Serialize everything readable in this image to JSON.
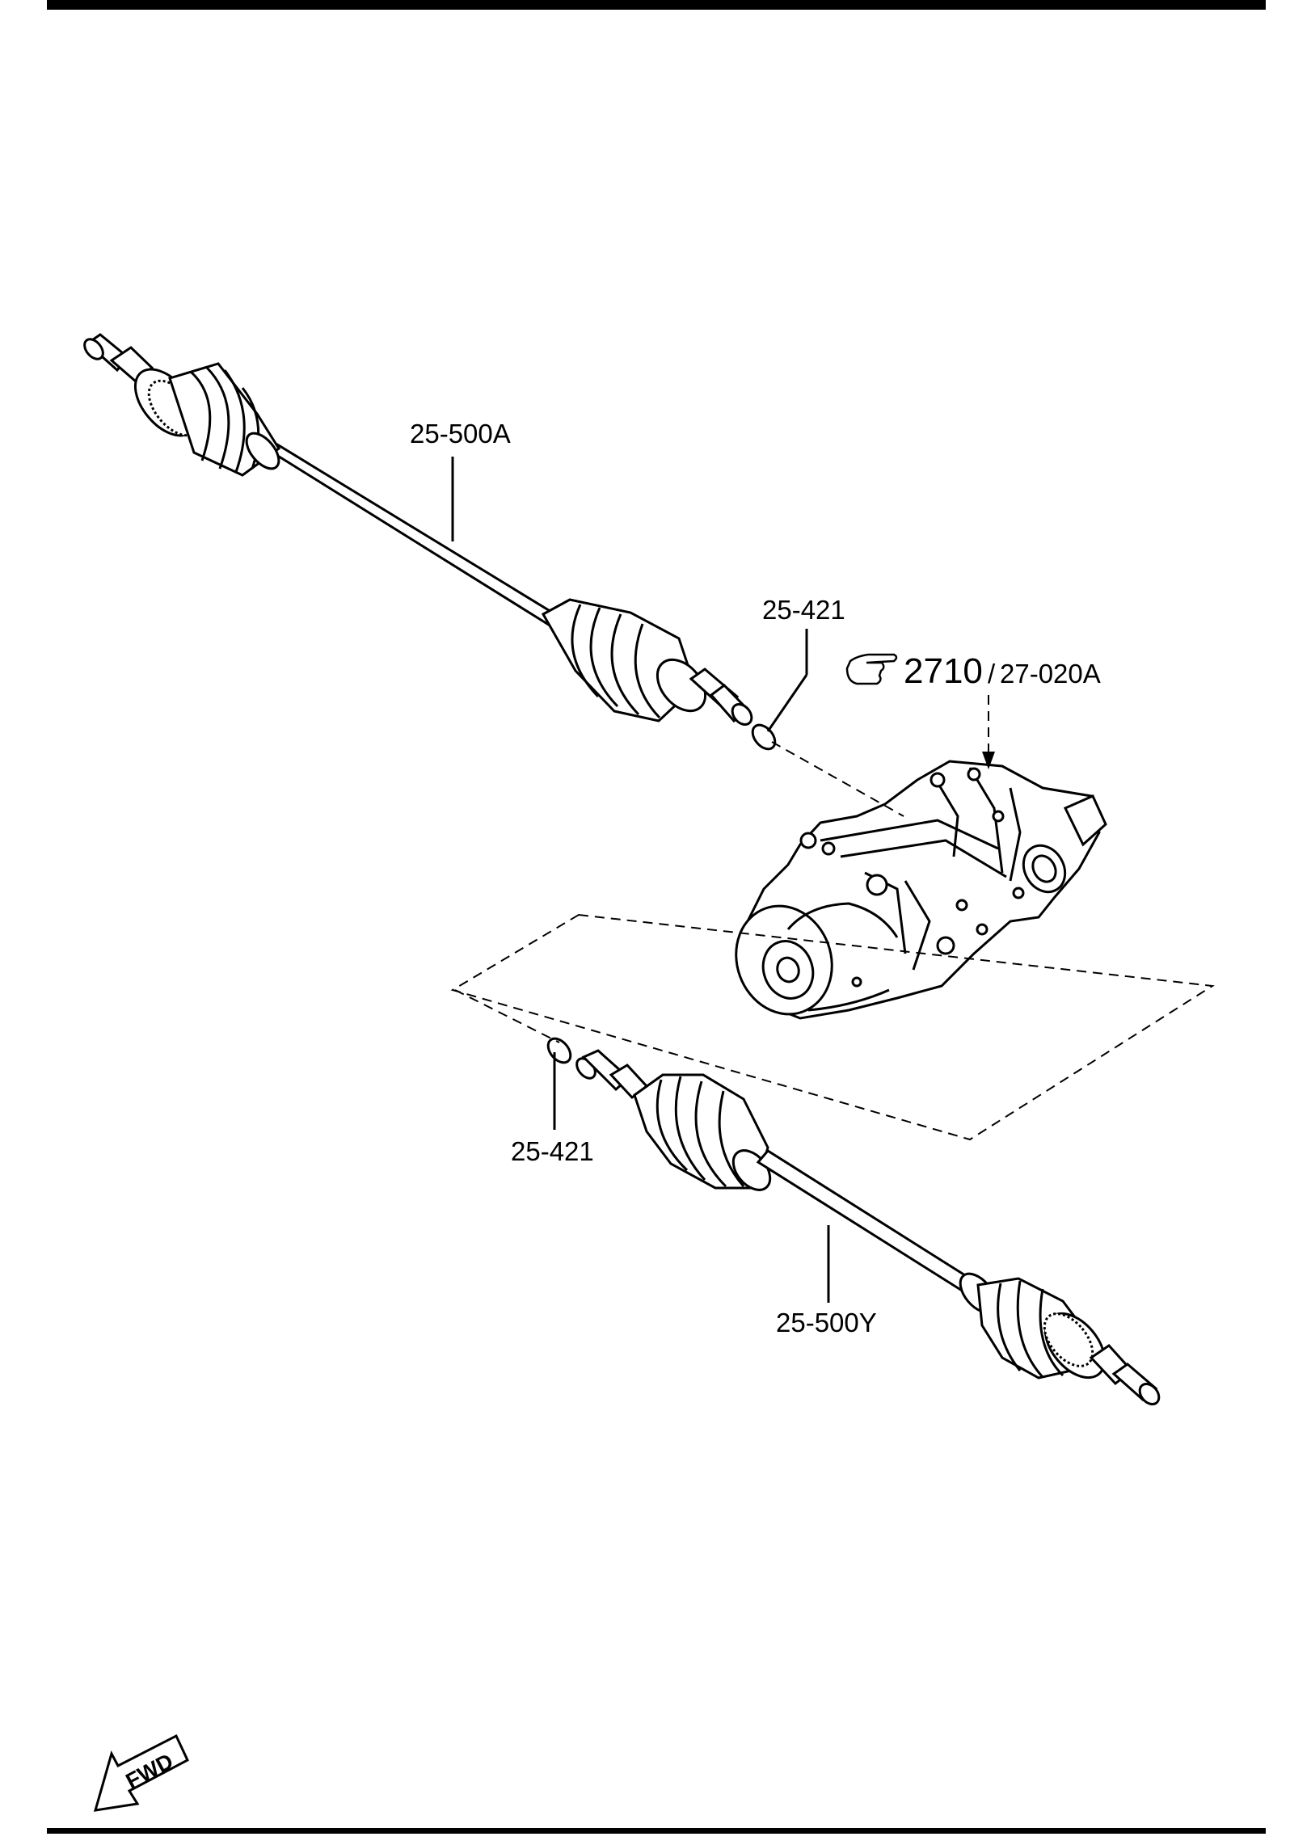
{
  "diagram": {
    "parts": {
      "shaft_front": "25-500A",
      "clip_front": "25-421",
      "clip_rear": "25-421",
      "shaft_rear": "25-500Y"
    },
    "reference": {
      "icon": "pointing-hand-icon",
      "section": "2710",
      "separator": "/",
      "part": "27-020A"
    },
    "direction_badge": "FWD",
    "line_color": "#000000"
  }
}
